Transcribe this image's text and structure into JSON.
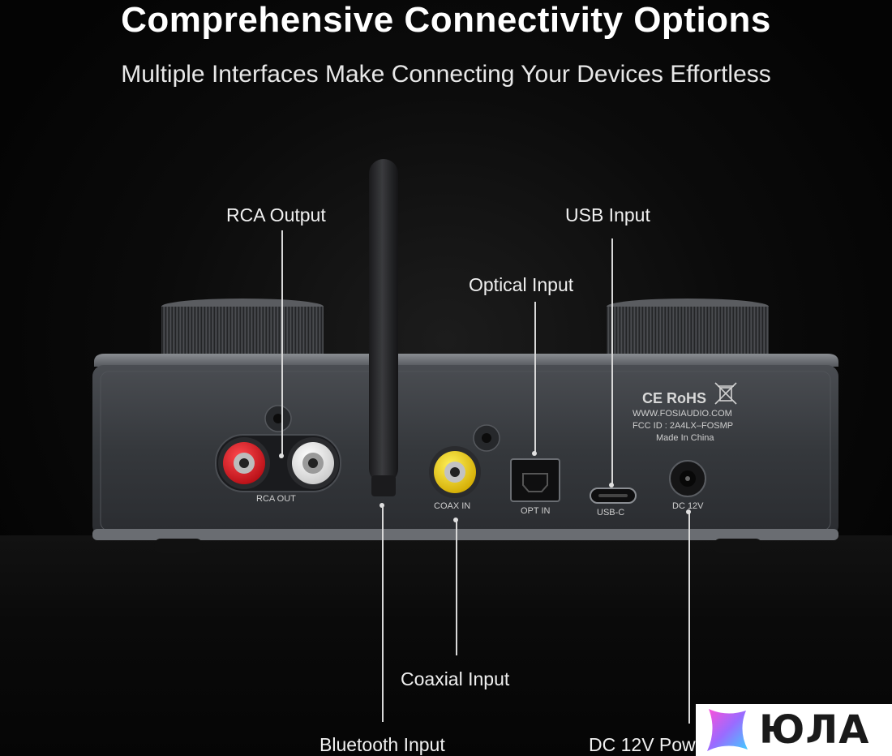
{
  "header": {
    "title": "Comprehensive Connectivity Options",
    "subtitle": "Multiple Interfaces Make Connecting Your Devices Effortless"
  },
  "callouts": {
    "rca_output": "RCA Output",
    "usb_input": "USB Input",
    "optical_input": "Optical Input",
    "coaxial_input": "Coaxial Input",
    "bluetooth_input": "Bluetooth Input",
    "dc_power": "DC 12V Pow"
  },
  "panel_labels": {
    "rca_out": "RCA OUT",
    "coax_in": "COAX IN",
    "opt_in": "OPT IN",
    "usb_c": "USB-C",
    "dc_12v": "DC 12V",
    "certs": "CE RoHS",
    "website": "WWW.FOSIAUDIO.COM",
    "fcc_id": "FCC ID : 2A4LX–FOSMP",
    "made_in": "Made In China"
  },
  "watermark": {
    "text": "ЮЛА"
  },
  "colors": {
    "background": "#050505",
    "device_body": "#3a3d42",
    "rca_red": "#e0141c",
    "rca_white": "#f2f2f2",
    "coax_yellow": "#f3d100",
    "logo_gradient_start": "#ff4fd8",
    "logo_gradient_end": "#3fd0ff"
  }
}
